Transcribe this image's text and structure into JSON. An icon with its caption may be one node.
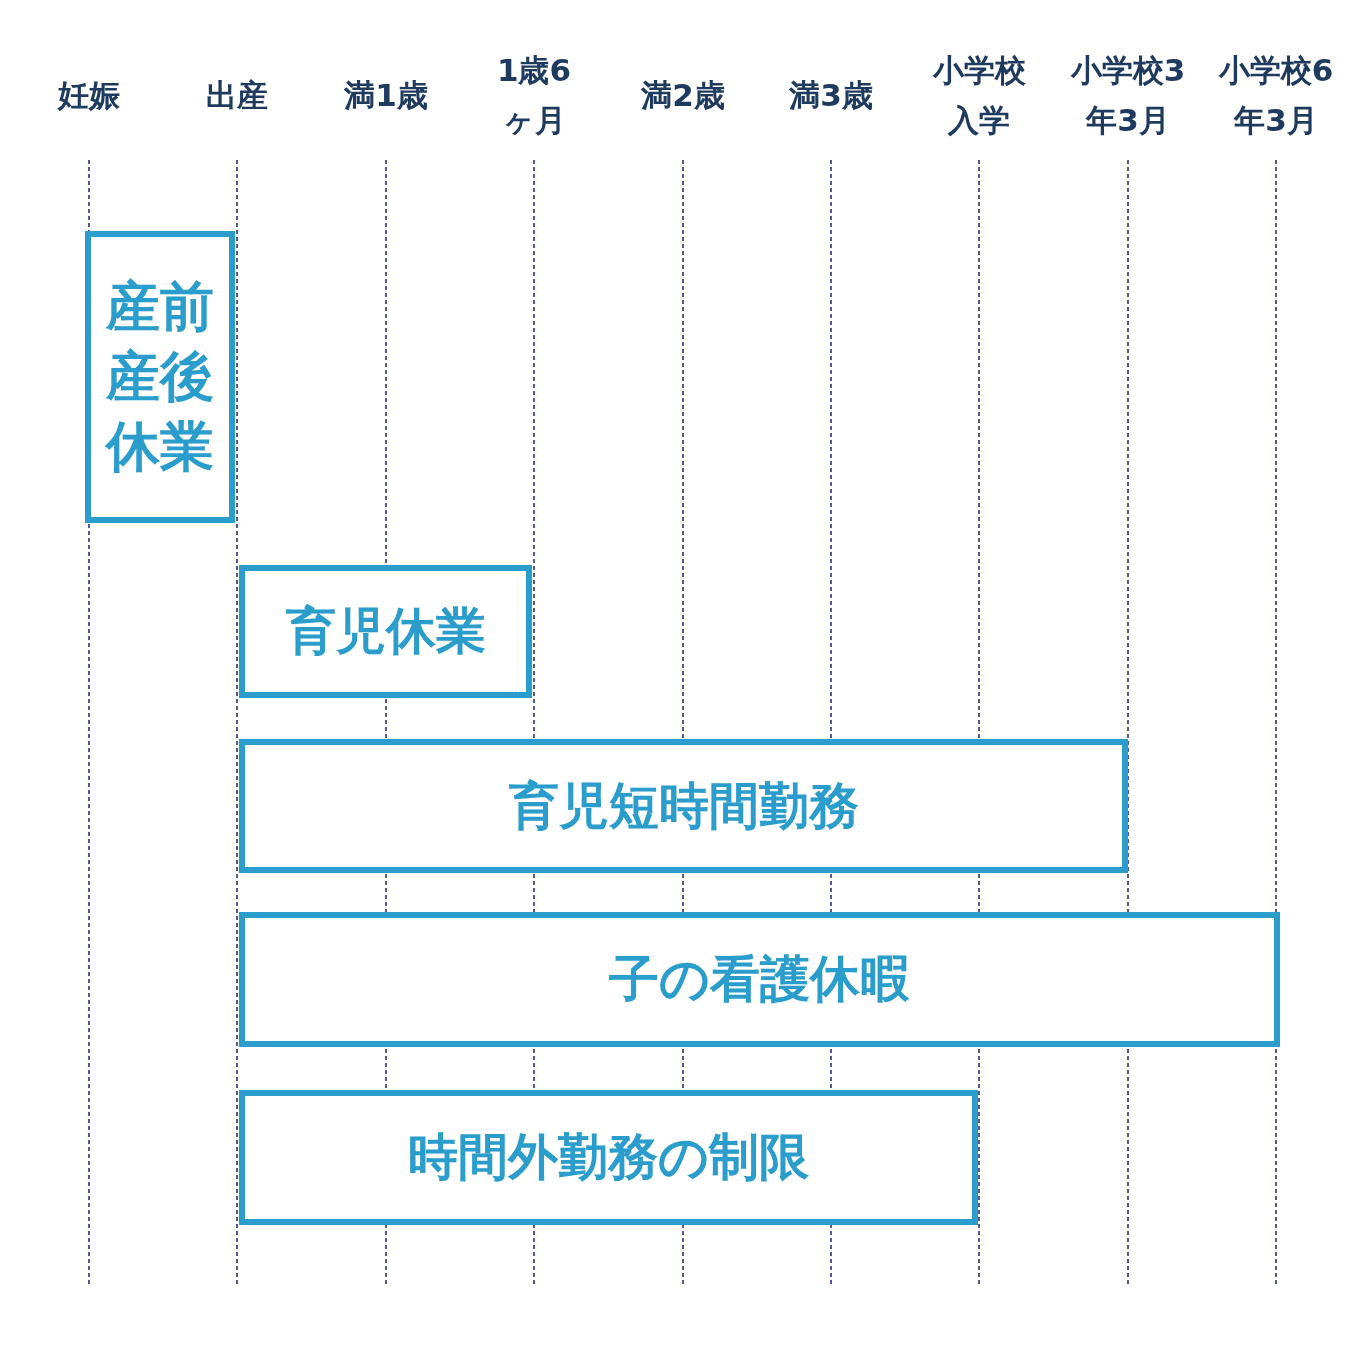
{
  "diagram": {
    "nodes": [
      {
        "text": [
          "産前産後休業"
        ]
      },
      {
        "text": [
          "育児休業"
        ]
      },
      {
        "text": [
          "育児短時間勤務"
        ]
      },
      {
        "text": [
          "子の看護休暇"
        ]
      },
      {
        "text": [
          "時間外勤務の制限"
        ]
      }
    ],
    "labels": [
      "妊娠",
      "出産",
      "満1歳",
      "1歳6ヶ月",
      "満2歳",
      "満3歳",
      "小学校入学",
      "小学校3年3月",
      "小学校6年3月"
    ]
  }
}
